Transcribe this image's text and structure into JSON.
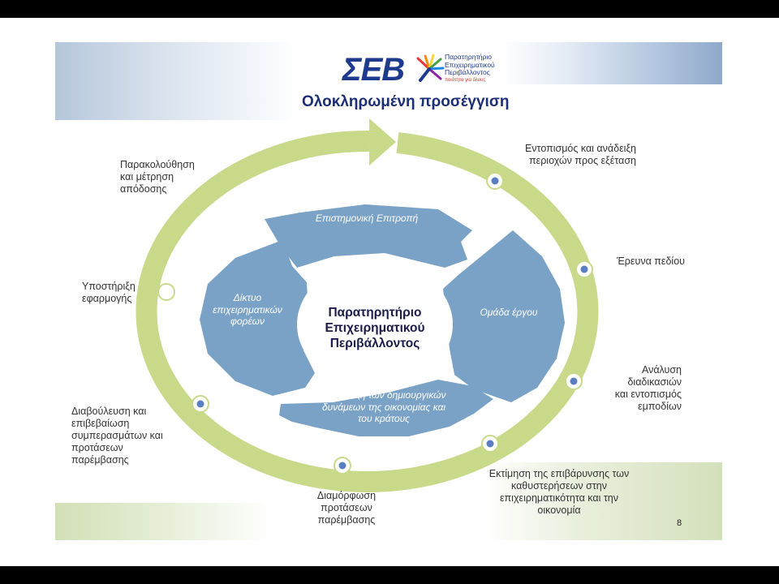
{
  "header": {
    "logo_text": "ΣΕΒ",
    "logo_subtitle": [
      "Παρατηρητήριο",
      "Επιχειρηματικού",
      "Περιβάλλοντος"
    ],
    "logo_tagline": "ποιότητα για όλους",
    "title": "Ολοκληρωμένη προσέγγιση"
  },
  "center": [
    "Παρατηρητήριο",
    "Επιχειρηματικού",
    "Περιβάλλοντος"
  ],
  "segments": {
    "top": [
      "Επιστημονική Επιτροπή"
    ],
    "right": [
      "Ομάδα έργου"
    ],
    "bottom": [
      "Σύμπραξη των δημιουργικών",
      "δυνάμεων της οικονομίας και",
      "του κράτους"
    ],
    "left": [
      "Δίκτυο",
      "επιχειρηματικών",
      "φορέων"
    ]
  },
  "cycle_steps": [
    {
      "lines": [
        "Εντοπισμός και ανάδειξη",
        "περιοχών προς εξέταση"
      ]
    },
    {
      "lines": [
        "Έρευνα πεδίου"
      ]
    },
    {
      "lines": [
        "Ανάλυση",
        "διαδικασιών",
        "και εντοπισμός",
        "εμποδίων"
      ]
    },
    {
      "lines": [
        "Εκτίμηση της επιβάρυνσης των",
        "καθυστερήσεων στην",
        "επιχειρηματικότητα και την",
        "οικονομία"
      ]
    },
    {
      "lines": [
        "Διαμόρφωση",
        "προτάσεων",
        "παρέμβασης"
      ]
    },
    {
      "lines": [
        "Διαβούλευση και",
        "επιβεβαίωση",
        "συμπερασμάτων και",
        "προτάσεων",
        "παρέμβασης"
      ]
    },
    {
      "lines": [
        "Υποστήριξη",
        "εφαρμογής"
      ]
    },
    {
      "lines": [
        "Παρακολούθηση",
        "και μέτρηση",
        "απόδοσης"
      ]
    }
  ],
  "page_number": "8",
  "colors": {
    "ring": "#c8d98a",
    "segment": "#7aa2c6",
    "title": "#1d2f74",
    "logo": "#1e3a8c",
    "node_dot": "#5a7fc0"
  }
}
